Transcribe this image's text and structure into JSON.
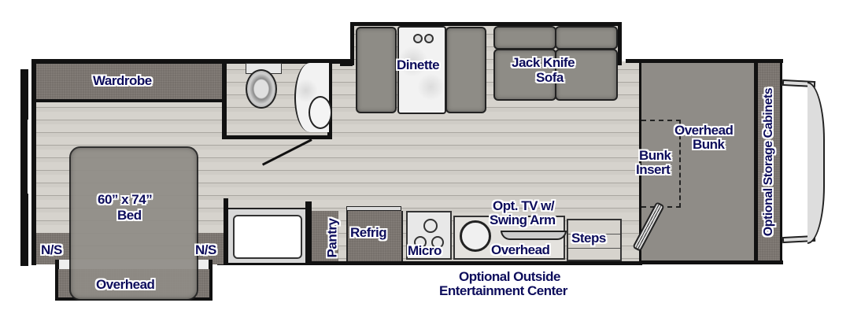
{
  "floorplan": {
    "labels": {
      "wardrobe": "Wardrobe",
      "bed_size": "60” x 74”",
      "bed": "Bed",
      "ns_left": "N/S",
      "ns_right": "N/S",
      "overhead_rear": "Overhead",
      "dinette": "Dinette",
      "sofa_line1": "Jack Knife",
      "sofa_line2": "Sofa",
      "overhead_bunk_line1": "Overhead",
      "overhead_bunk_line2": "Bunk",
      "bunk_insert_line1": "Bunk",
      "bunk_insert_line2": "Insert",
      "storage_cabinets": "Optional Storage Cabinets",
      "pantry": "Pantry",
      "refrig": "Refrig",
      "micro": "Micro",
      "tv_line1": "Opt. TV w/",
      "tv_line2": "Swing Arm",
      "overhead_kitchen": "Overhead",
      "steps": "Steps",
      "outside_ent_line1": "Optional Outside",
      "outside_ent_line2": "Entertainment Center"
    },
    "colors": {
      "label_text": "#0d0d5c",
      "wall": "#111111",
      "cabinet": "#77716c",
      "cushion": "#8e8c86",
      "floor": "#d6d3cd",
      "cab_overhead_bunk": "#8f8c87"
    }
  }
}
